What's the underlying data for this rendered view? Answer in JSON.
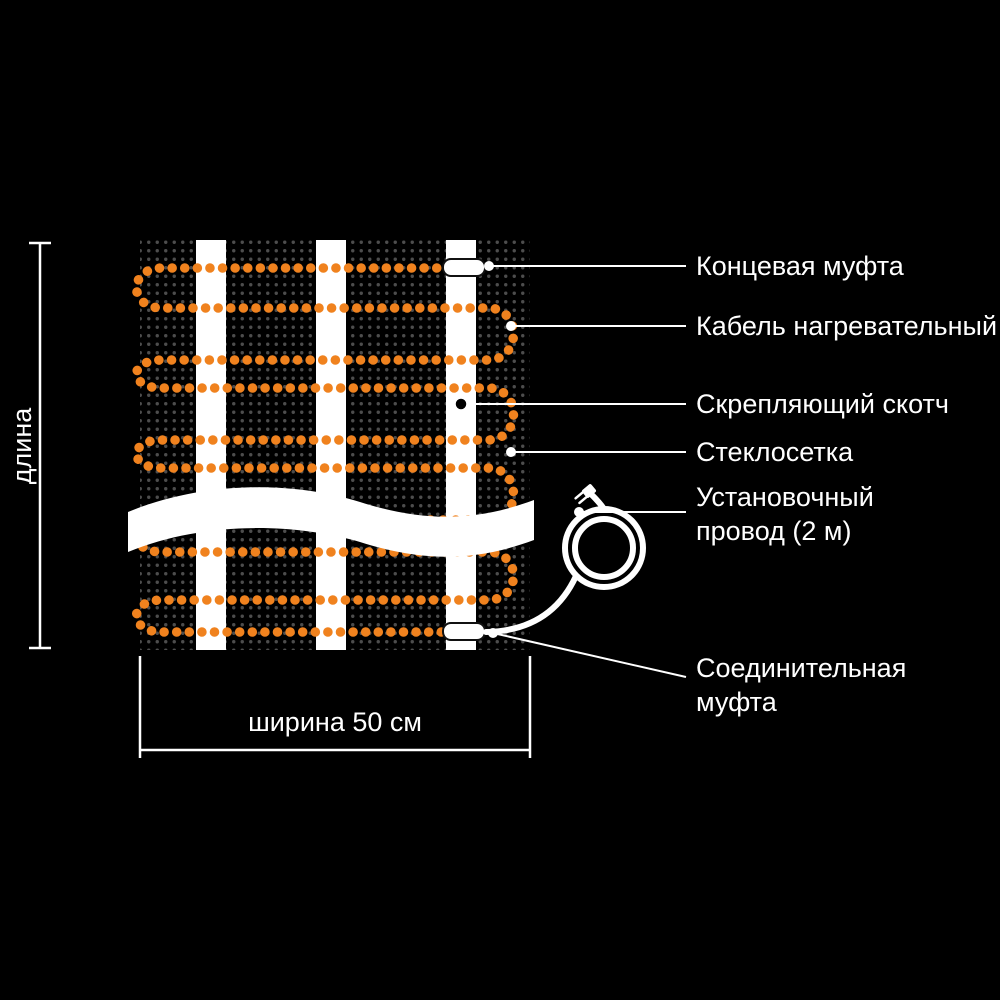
{
  "colors": {
    "background": "#000000",
    "cable": "#F0821E",
    "mesh_dot": "#4D4D4D",
    "line": "#FFFFFF"
  },
  "dimensions": {
    "length_label": "длина",
    "width_label": "ширина 50 см"
  },
  "callouts": {
    "end_coupling": "Концевая муфта",
    "heating_cable": "Кабель нагревательный",
    "binding_tape": "Скрепляющий скотч",
    "fiberglass_mesh": "Стеклосетка",
    "installation_wire_line1": "Установочный",
    "installation_wire_line2": "провод (2 м)",
    "connection_coupling_line1": "Соединительная",
    "connection_coupling_line2": "муфта"
  }
}
